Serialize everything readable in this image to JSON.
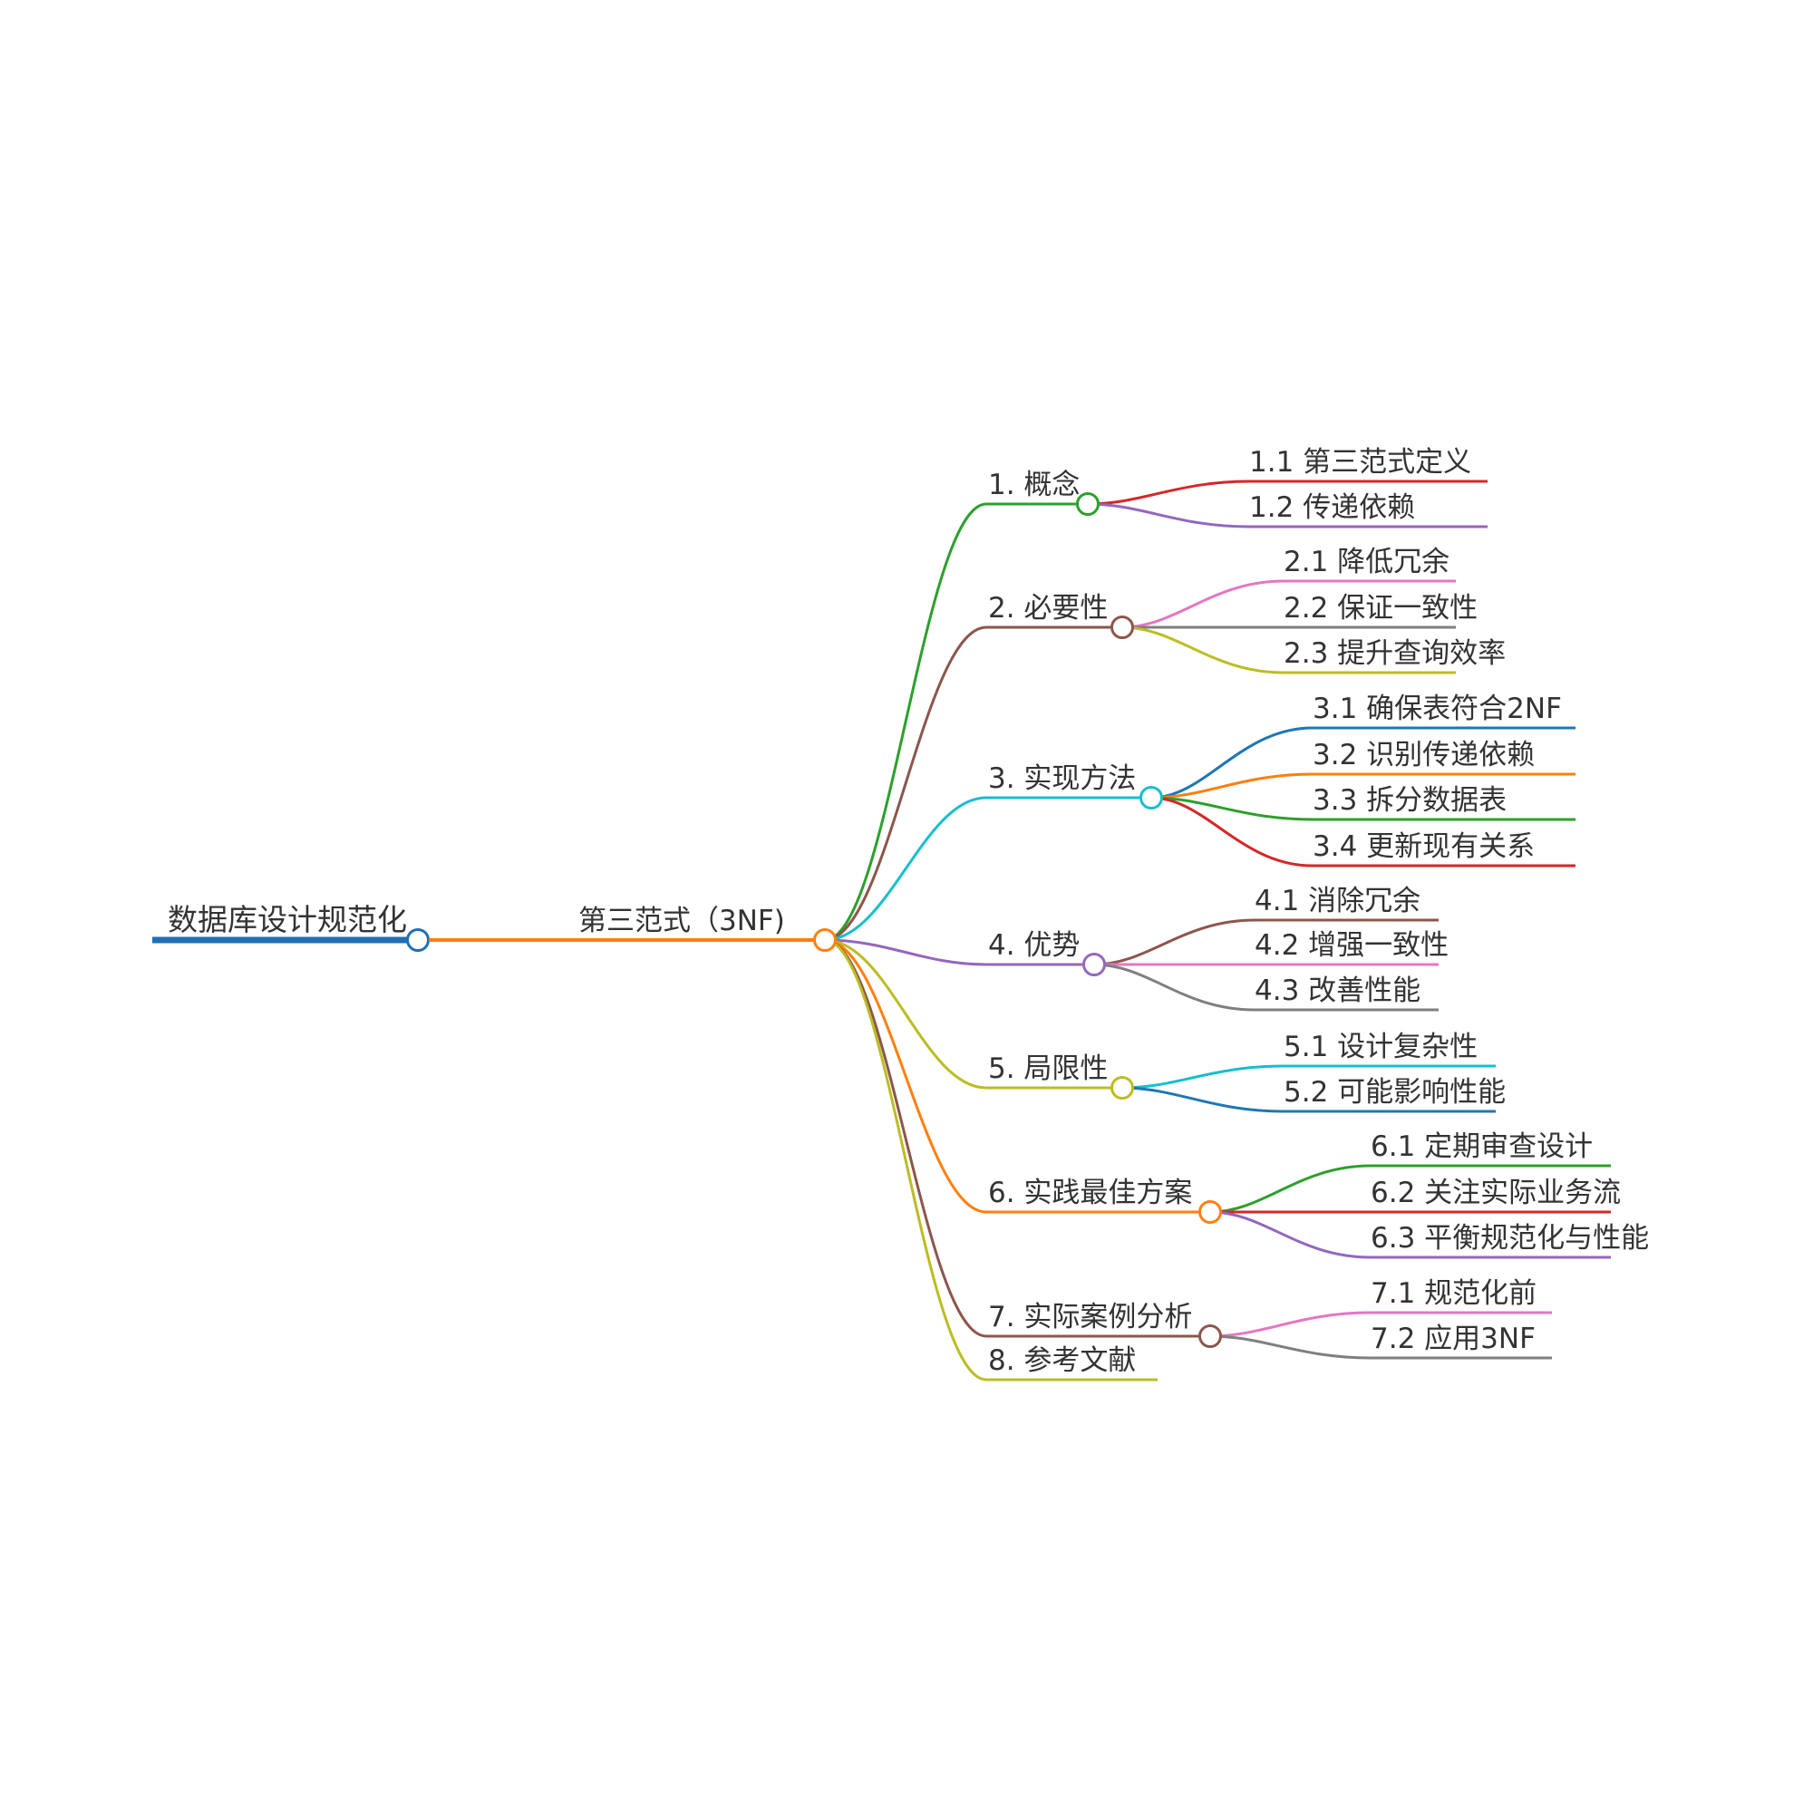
{
  "root": {
    "label": "数据库设计规范化",
    "color": "#1f6fb2"
  },
  "center": {
    "label": "第三范式（3NF)",
    "color": "#ff7f0e"
  },
  "branches": [
    {
      "label": "1. 概念",
      "color": "#2ca02c",
      "children": [
        {
          "label": "1.1 第三范式定义",
          "color": "#d62728"
        },
        {
          "label": "1.2 传递依赖",
          "color": "#9467bd"
        }
      ]
    },
    {
      "label": "2. 必要性",
      "color": "#8c564b",
      "children": [
        {
          "label": "2.1 降低冗余",
          "color": "#e377c2"
        },
        {
          "label": "2.2 保证一致性",
          "color": "#7f7f7f"
        },
        {
          "label": "2.3 提升查询效率",
          "color": "#bcbd22"
        }
      ]
    },
    {
      "label": "3. 实现方法",
      "color": "#17becf",
      "children": [
        {
          "label": "3.1 确保表符合2NF",
          "color": "#1f77b4"
        },
        {
          "label": "3.2 识别传递依赖",
          "color": "#ff7f0e"
        },
        {
          "label": "3.3 拆分数据表",
          "color": "#2ca02c"
        },
        {
          "label": "3.4 更新现有关系",
          "color": "#d62728"
        }
      ]
    },
    {
      "label": "4. 优势",
      "color": "#9467bd",
      "children": [
        {
          "label": "4.1 消除冗余",
          "color": "#8c564b"
        },
        {
          "label": "4.2 增强一致性",
          "color": "#e377c2"
        },
        {
          "label": "4.3 改善性能",
          "color": "#7f7f7f"
        }
      ]
    },
    {
      "label": "5. 局限性",
      "color": "#bcbd22",
      "children": [
        {
          "label": "5.1 设计复杂性",
          "color": "#17becf"
        },
        {
          "label": "5.2 可能影响性能",
          "color": "#1f77b4"
        }
      ]
    },
    {
      "label": "6. 实践最佳方案",
      "color": "#ff7f0e",
      "children": [
        {
          "label": "6.1 定期审查设计",
          "color": "#2ca02c"
        },
        {
          "label": "6.2 关注实际业务流",
          "color": "#d62728"
        },
        {
          "label": "6.3 平衡规范化与性能",
          "color": "#9467bd"
        }
      ]
    },
    {
      "label": "7. 实际案例分析",
      "color": "#8c564b",
      "children": [
        {
          "label": "7.1 规范化前",
          "color": "#e377c2"
        },
        {
          "label": "7.2 应用3NF",
          "color": "#7f7f7f"
        }
      ]
    },
    {
      "label": "8. 参考文献",
      "color": "#bcbd22",
      "children": []
    }
  ]
}
